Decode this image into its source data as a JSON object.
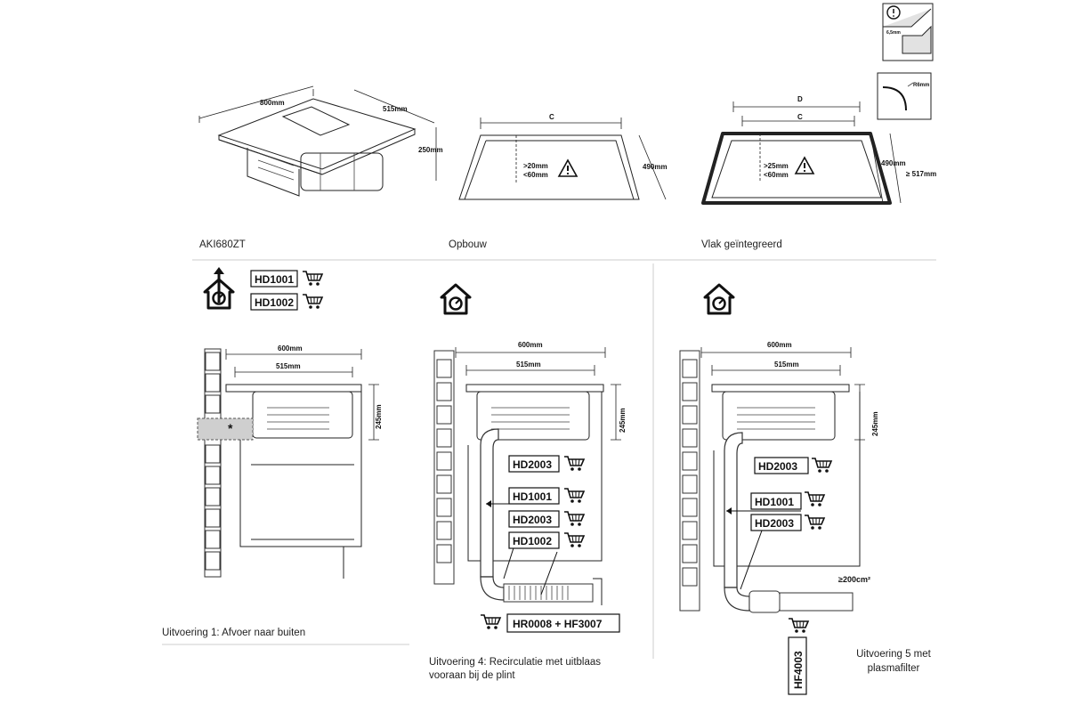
{
  "top": {
    "product": {
      "caption": "AKI680ZT",
      "width": "800mm",
      "depth": "515mm",
      "height": "250mm"
    },
    "opbouw": {
      "caption": "Opbouw",
      "dim_c": "C",
      "depth": "490mm",
      "warn_line1": ">20mm",
      "warn_line2": "<60mm"
    },
    "vlak": {
      "caption": "Vlak geïntegreerd",
      "dim_d": "D",
      "dim_c": "C",
      "depth": "490mm",
      "outer_depth": "≥ 517mm",
      "warn_line1": ">25mm",
      "warn_line2": "<60mm",
      "radius": "R6mm",
      "detail_dim": "6,5mm"
    }
  },
  "panels": [
    {
      "caption": "Uitvoering 1: Afvoer naar buiten",
      "width_outer": "600mm",
      "width_inner": "515mm",
      "height": "245mm",
      "codes": [
        "HD1001",
        "HD1002"
      ],
      "marker": "*"
    },
    {
      "caption_line1": "Uitvoering 4: Recirculatie met uitblaas",
      "caption_line2": "vooraan bij de plint",
      "width_outer": "600mm",
      "width_inner": "515mm",
      "height": "245mm",
      "codes": [
        "HD2003",
        "HD1001",
        "HD2003",
        "HD1002"
      ],
      "bottom_code": "HR0008 + HF3007"
    },
    {
      "caption_line1": "Uitvoering 5 met",
      "caption_line2": "plasmafilter",
      "width_outer": "600mm",
      "width_inner": "515mm",
      "height": "245mm",
      "codes": [
        "HD2003",
        "HD1001",
        "HD2003"
      ],
      "vent": "≥200cm²",
      "vertical_code": "HF4003"
    }
  ]
}
